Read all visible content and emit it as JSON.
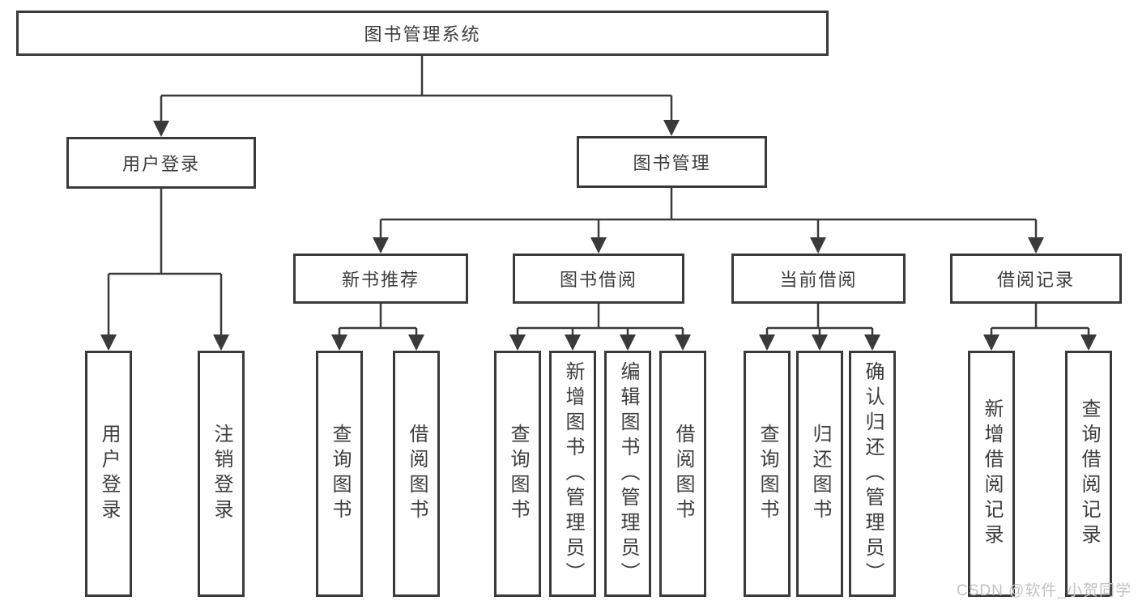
{
  "diagram": {
    "type": "hierarchy-tree",
    "title": "图书管理系统",
    "line_color": "#3a3a3a",
    "text_color": "#3d3d3d",
    "nodes": {
      "root": {
        "label": "图书管理系统"
      },
      "user_login": {
        "label": "用户登录"
      },
      "book_mgmt": {
        "label": "图书管理"
      },
      "new_book_rec": {
        "label": "新书推荐"
      },
      "book_borrow": {
        "label": "图书借阅"
      },
      "current_borrow": {
        "label": "当前借阅"
      },
      "borrow_records": {
        "label": "借阅记录"
      },
      "leaf_user_login": {
        "label": "用户登录"
      },
      "leaf_logout": {
        "label": "注销登录"
      },
      "leaf_nbr_query_book": {
        "label": "查询图书"
      },
      "leaf_nbr_borrow_book": {
        "label": "借阅图书"
      },
      "leaf_bb_query_book": {
        "label": "查询图书"
      },
      "leaf_bb_add_book": {
        "label": "新增图书（管理员）"
      },
      "leaf_bb_edit_book": {
        "label": "编辑图书（管理员）"
      },
      "leaf_bb_borrow_book": {
        "label": "借阅图书"
      },
      "leaf_cb_query_book": {
        "label": "查询图书"
      },
      "leaf_cb_return_book": {
        "label": "归还图书"
      },
      "leaf_cb_confirm": {
        "label": "确认归还（管理员）"
      },
      "leaf_br_add_record": {
        "label": "新增借阅记录"
      },
      "leaf_br_query_record": {
        "label": "查询借阅记录"
      }
    },
    "edges": [
      {
        "from": "root",
        "to": "user_login"
      },
      {
        "from": "root",
        "to": "book_mgmt"
      },
      {
        "from": "user_login",
        "to": "leaf_user_login"
      },
      {
        "from": "user_login",
        "to": "leaf_logout"
      },
      {
        "from": "book_mgmt",
        "to": "new_book_rec"
      },
      {
        "from": "book_mgmt",
        "to": "book_borrow"
      },
      {
        "from": "book_mgmt",
        "to": "current_borrow"
      },
      {
        "from": "book_mgmt",
        "to": "borrow_records"
      },
      {
        "from": "new_book_rec",
        "to": "leaf_nbr_query_book"
      },
      {
        "from": "new_book_rec",
        "to": "leaf_nbr_borrow_book"
      },
      {
        "from": "book_borrow",
        "to": "leaf_bb_query_book"
      },
      {
        "from": "book_borrow",
        "to": "leaf_bb_add_book"
      },
      {
        "from": "book_borrow",
        "to": "leaf_bb_edit_book"
      },
      {
        "from": "book_borrow",
        "to": "leaf_bb_borrow_book"
      },
      {
        "from": "current_borrow",
        "to": "leaf_cb_query_book"
      },
      {
        "from": "current_borrow",
        "to": "leaf_cb_return_book"
      },
      {
        "from": "current_borrow",
        "to": "leaf_cb_confirm"
      },
      {
        "from": "borrow_records",
        "to": "leaf_br_add_record"
      },
      {
        "from": "borrow_records",
        "to": "leaf_br_query_record"
      }
    ]
  },
  "watermark": {
    "text": "CSDN @软件_小贺同学",
    "color": "#c2c2c2"
  }
}
